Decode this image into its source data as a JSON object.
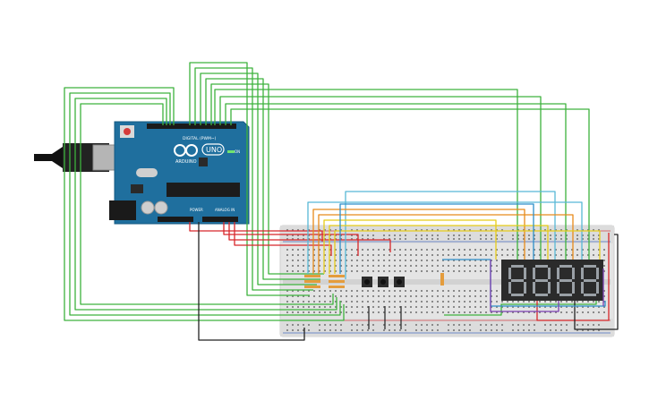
{
  "arduino": {
    "brand_label": "ARDUINO",
    "model_label": "UNO",
    "digital_label": "DIGITAL (PWM~)",
    "power_label": "POWER",
    "analog_label": "ANALOG IN",
    "led_on_label": "ON"
  },
  "display": {
    "digits": 4,
    "segment_color": "#9aa0a6",
    "body_color": "#2b2b2b"
  },
  "breadboard": {
    "color": "#e6e6e6"
  },
  "wire_colors": {
    "green": "#3db23d",
    "red": "#d8262a",
    "black": "#222222",
    "orange": "#e88a1a",
    "yellow": "#e7cc18",
    "blue": "#2d8fc9",
    "cyan": "#58b8d6",
    "purple": "#7b3fb0"
  }
}
